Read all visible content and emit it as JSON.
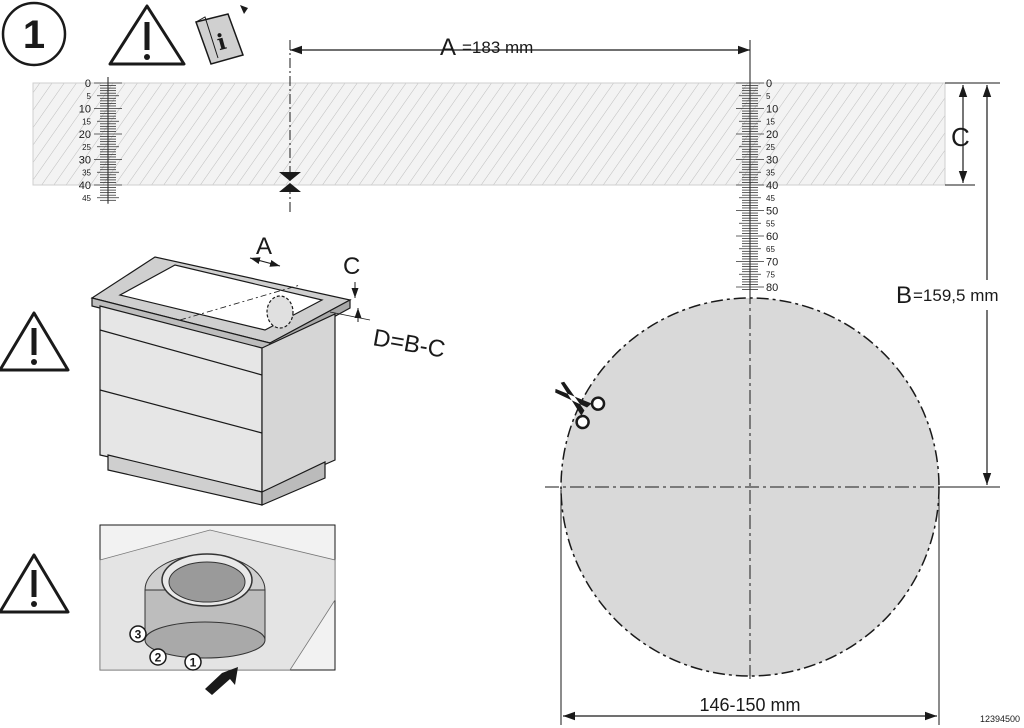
{
  "step_number": "1",
  "dimensions": {
    "a_letter": "A",
    "a_value": "=183 mm",
    "b_letter": "B",
    "b_value": "=159,5 mm",
    "c_letter": "C",
    "cutout_width": "146-150 mm"
  },
  "cabinet_labels": {
    "a": "A",
    "c": "C",
    "d_formula": "D=B-C"
  },
  "ruler_left": {
    "labels": [
      "0",
      "5",
      "10",
      "15",
      "20",
      "25",
      "30",
      "35",
      "40",
      "45"
    ]
  },
  "ruler_right": {
    "labels": [
      "0",
      "5",
      "10",
      "15",
      "20",
      "25",
      "30",
      "35",
      "40",
      "45",
      "50",
      "55",
      "60",
      "65",
      "70",
      "75",
      "80"
    ]
  },
  "callouts": [
    "1",
    "2",
    "3"
  ],
  "drawing_number": "12394500",
  "colors": {
    "hatch": "#c8c8c8",
    "cutout_fill": "#d9d9d9",
    "line": "#1a1a1a"
  }
}
